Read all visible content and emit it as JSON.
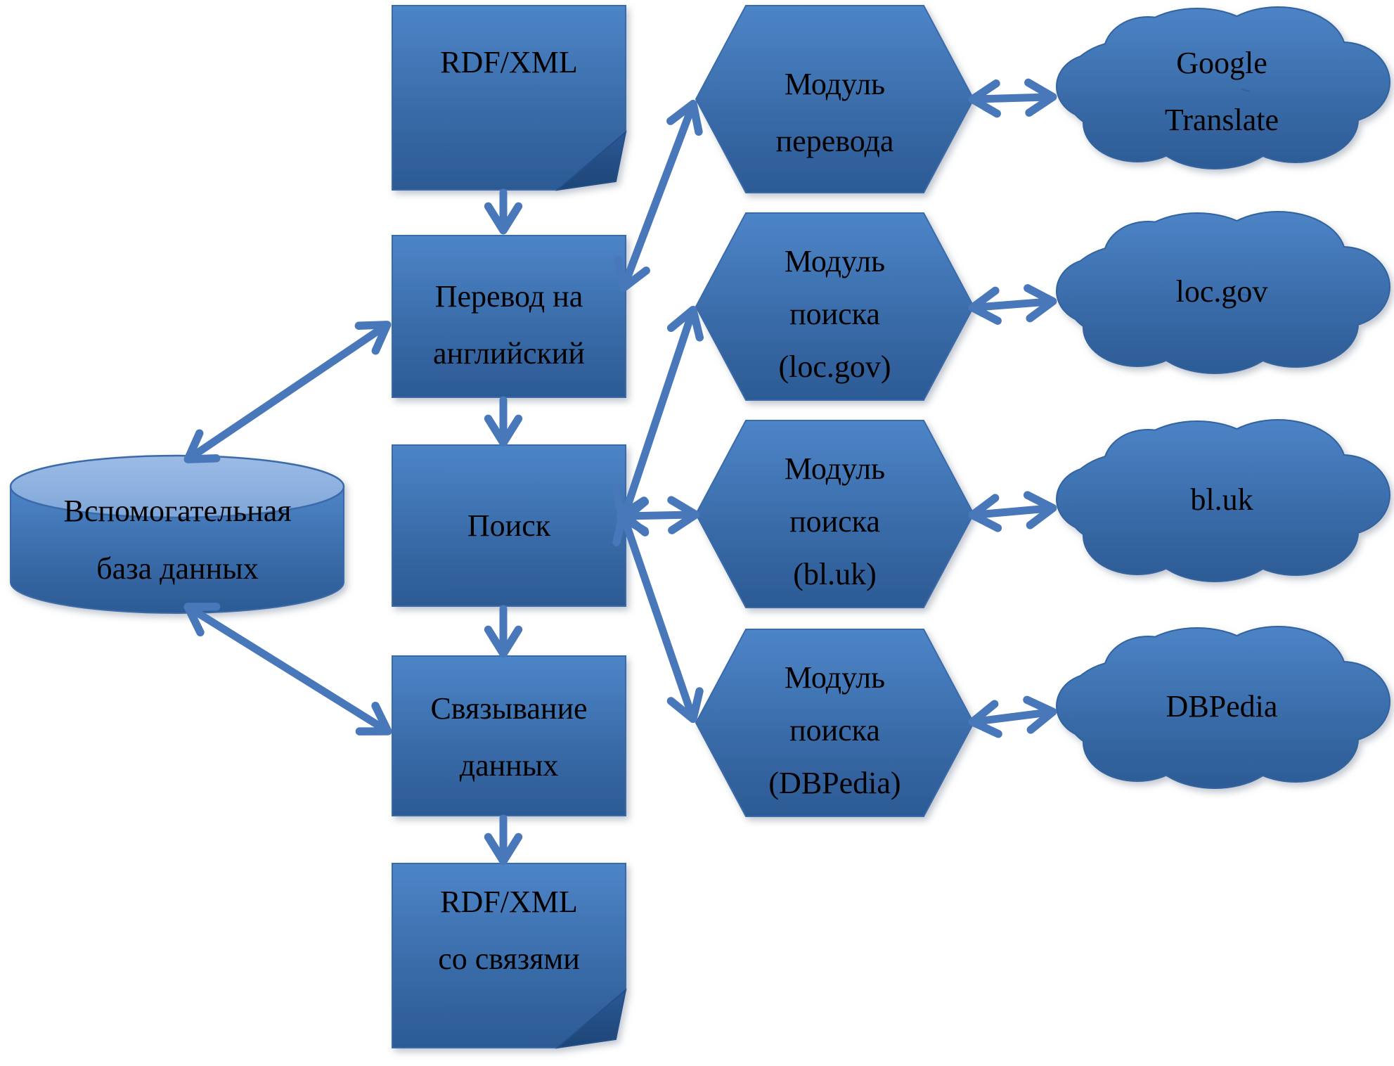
{
  "diagram": {
    "title": "",
    "nodes": {
      "rdf_input": {
        "shape": "document",
        "line1": "RDF/XML"
      },
      "translate": {
        "shape": "rectangle",
        "line1": "Перевод на",
        "line2": "английский"
      },
      "search": {
        "shape": "rectangle",
        "line1": "Поиск"
      },
      "linking": {
        "shape": "rectangle",
        "line1": "Связывание",
        "line2": "данных"
      },
      "rdf_output": {
        "shape": "document",
        "line1": "RDF/XML",
        "line2": "со связями"
      },
      "aux_database": {
        "shape": "cylinder",
        "line1": "Вспомогательная",
        "line2": "база данных"
      },
      "translation_module": {
        "shape": "hexagon",
        "line1": "Модуль",
        "line2": "перевода"
      },
      "search_module_loc": {
        "shape": "hexagon",
        "line1": "Модуль",
        "line2": "поиска",
        "line3": "(loc.gov)"
      },
      "search_module_bl": {
        "shape": "hexagon",
        "line1": "Модуль",
        "line2": "поиска",
        "line3": "(bl.uk)"
      },
      "search_module_dbpedia": {
        "shape": "hexagon",
        "line1": "Модуль",
        "line2": "поиска",
        "line3": "(DBPedia)"
      },
      "cloud_google": {
        "shape": "cloud",
        "line1": "Google",
        "line2": "Translate"
      },
      "cloud_loc": {
        "shape": "cloud",
        "line1": "loc.gov"
      },
      "cloud_bl": {
        "shape": "cloud",
        "line1": "bl.uk"
      },
      "cloud_dbpedia": {
        "shape": "cloud",
        "line1": "DBPedia"
      }
    },
    "edges": [
      {
        "from": "rdf_input",
        "to": "translate",
        "type": "single"
      },
      {
        "from": "translate",
        "to": "translation_module",
        "type": "double"
      },
      {
        "from": "translation_module",
        "to": "cloud_google",
        "type": "double"
      },
      {
        "from": "translate",
        "to": "aux_database",
        "type": "double"
      },
      {
        "from": "translate",
        "to": "search",
        "type": "single"
      },
      {
        "from": "search",
        "to": "search_module_loc",
        "type": "double"
      },
      {
        "from": "search",
        "to": "search_module_bl",
        "type": "double"
      },
      {
        "from": "search",
        "to": "search_module_dbpedia",
        "type": "double"
      },
      {
        "from": "search_module_loc",
        "to": "cloud_loc",
        "type": "double"
      },
      {
        "from": "search_module_bl",
        "to": "cloud_bl",
        "type": "double"
      },
      {
        "from": "search_module_dbpedia",
        "to": "cloud_dbpedia",
        "type": "double"
      },
      {
        "from": "search",
        "to": "linking",
        "type": "single"
      },
      {
        "from": "linking",
        "to": "aux_database",
        "type": "double"
      },
      {
        "from": "linking",
        "to": "rdf_output",
        "type": "single"
      }
    ],
    "colors": {
      "shape_fill_top": "#4d85c8",
      "shape_fill_bottom": "#2c5a94",
      "cylinder_top_fill": "#97b8e5",
      "fold_fill": "#2a5590",
      "outline": "#3a6ba9",
      "arrow": "#4878ba",
      "text": "#000000",
      "background": "#ffffff"
    }
  }
}
